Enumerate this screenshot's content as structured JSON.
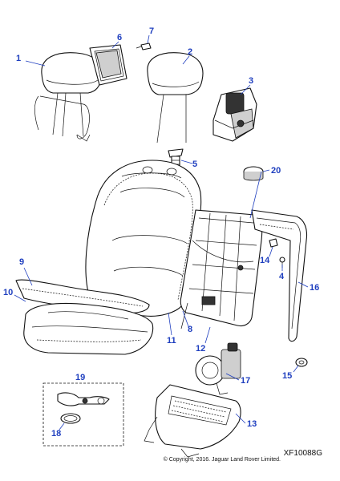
{
  "callouts": [
    {
      "id": "1",
      "label": "1"
    },
    {
      "id": "2",
      "label": "2"
    },
    {
      "id": "3",
      "label": "3"
    },
    {
      "id": "4",
      "label": "4"
    },
    {
      "id": "5",
      "label": "5"
    },
    {
      "id": "6",
      "label": "6"
    },
    {
      "id": "7",
      "label": "7"
    },
    {
      "id": "8",
      "label": "8"
    },
    {
      "id": "9",
      "label": "9"
    },
    {
      "id": "10",
      "label": "10"
    },
    {
      "id": "11",
      "label": "11"
    },
    {
      "id": "12",
      "label": "12"
    },
    {
      "id": "13",
      "label": "13"
    },
    {
      "id": "14",
      "label": "14"
    },
    {
      "id": "15",
      "label": "15"
    },
    {
      "id": "16",
      "label": "16"
    },
    {
      "id": "17",
      "label": "17"
    },
    {
      "id": "18",
      "label": "18"
    },
    {
      "id": "19",
      "label": "19"
    },
    {
      "id": "20",
      "label": "20"
    }
  ],
  "figure_ref": "XF10088G",
  "copyright": "© Copyright, 2016. Jaguar Land Rover Limited.",
  "colors": {
    "callout": "#1f3fbf",
    "line": "#111111"
  }
}
